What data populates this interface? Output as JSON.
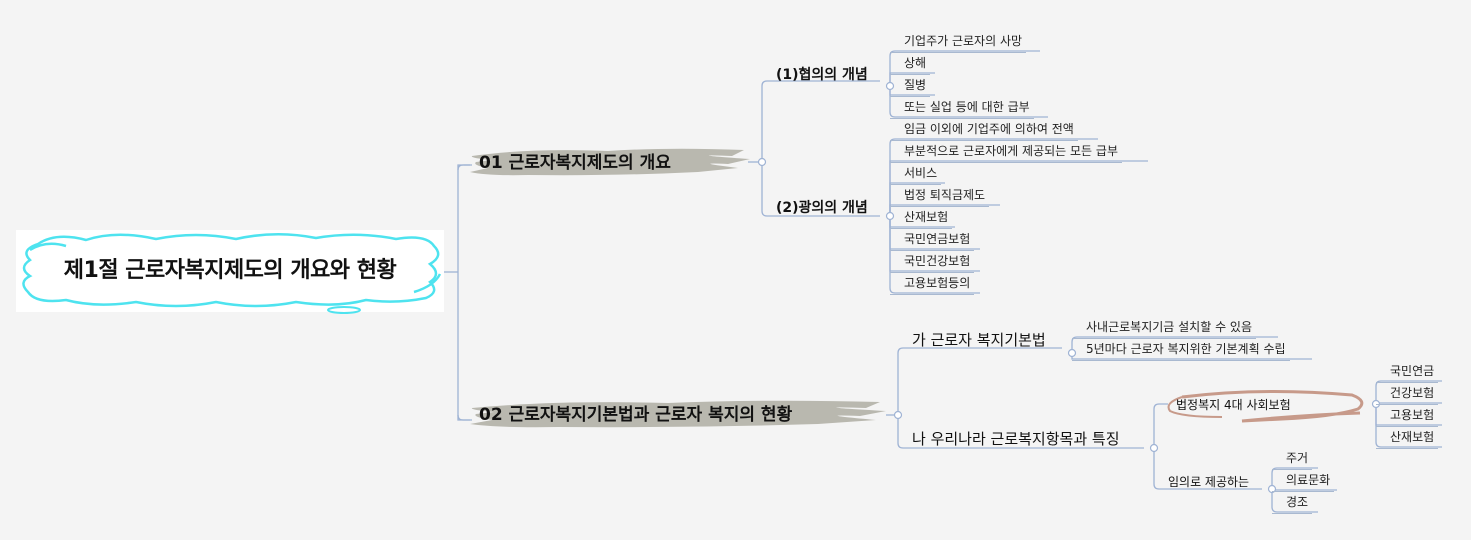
{
  "root": {
    "label": "제1절 근로자복지제도의 개요와 현황",
    "border_color": "#4ee3ef"
  },
  "branch1": {
    "label": "01 근로자복지제도의 개요",
    "sub1": {
      "label": "(1)협의의 개념",
      "leaves": [
        "기업주가 근로자의 사망",
        "상해",
        "질병",
        "또는 실업 등에 대한 급부"
      ]
    },
    "sub2": {
      "label": "(2)광의의 개념",
      "leaves": [
        "임금 이외에 기업주에 의하여 전액",
        "부분적으로 근로자에게 제공되는 모든 급부",
        "서비스",
        "법정 퇴직금제도",
        "산재보험",
        "국민연금보험",
        "국민건강보험",
        "고용보험등의"
      ]
    }
  },
  "branch2": {
    "label": "02 근로자복지기본법과 근로자 복지의 현황",
    "sub1": {
      "label": "가 근로자 복지기본법",
      "leaves": [
        "사내근로복지기금 설치할 수 있음",
        "5년마다 근로자 복지위한 기본계획 수립"
      ]
    },
    "sub2": {
      "label": "나 우리나라 근로복지항목과 특징",
      "statutory": {
        "label": "법정복지 4대 사회보험",
        "leaves": [
          "국민연금",
          "건강보험",
          "고용보험",
          "산재보험"
        ]
      },
      "voluntary": {
        "label": "임의로 제공하는",
        "leaves": [
          "주거",
          "의료문화",
          "경조"
        ]
      }
    }
  },
  "colors": {
    "connector": "#9fb3d4",
    "brush": "#b9b8af",
    "highlight_oval": "#c79a8a"
  }
}
